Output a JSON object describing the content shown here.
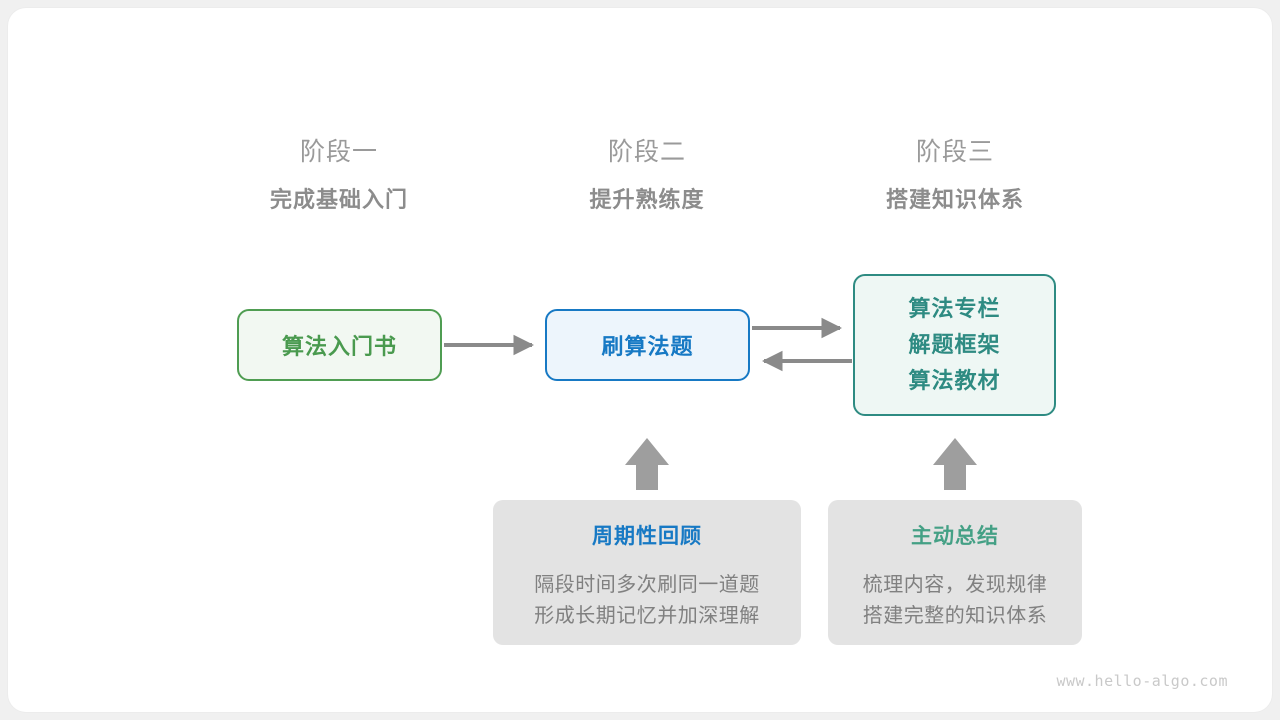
{
  "diagram": {
    "title_watermark": "www.hello-algo.com",
    "colors": {
      "green": "#4a9a4f",
      "green_border": "#4f9d52",
      "green_fill": "#f2f8f2",
      "blue": "#1779c4",
      "blue_fill": "#edf5fc",
      "teal": "#2e8b82",
      "teal_fill": "#eef7f4",
      "tip_title_teal": "#44a085",
      "grey_box": "#e3e3e3",
      "grey_text": "#808080",
      "arrow": "#8a8a8a",
      "heading_num": "#9a9a9a",
      "heading_sub": "#8c8c8c"
    },
    "stages": [
      {
        "num": "阶段一",
        "sub": "完成基础入门"
      },
      {
        "num": "阶段二",
        "sub": "提升熟练度"
      },
      {
        "num": "阶段三",
        "sub": "搭建知识体系"
      }
    ],
    "flow_boxes": [
      {
        "label": "算法入门书"
      },
      {
        "label": "刷算法题"
      },
      {
        "lines": [
          "算法专栏",
          "解题框架",
          "算法教材"
        ]
      }
    ],
    "tips": [
      {
        "title": "周期性回顾",
        "body_lines": [
          "隔段时间多次刷同一道题",
          "形成长期记忆并加深理解"
        ]
      },
      {
        "title": "主动总结",
        "body_lines": [
          "梳理内容，发现规律",
          "搭建完整的知识体系"
        ]
      }
    ],
    "connections": [
      {
        "name": "book-to-problems",
        "direction": "right"
      },
      {
        "name": "problems-to-resources",
        "direction": "right"
      },
      {
        "name": "resources-to-problems",
        "direction": "left"
      },
      {
        "name": "review-to-problems",
        "direction": "up"
      },
      {
        "name": "summary-to-resources",
        "direction": "up"
      }
    ]
  }
}
